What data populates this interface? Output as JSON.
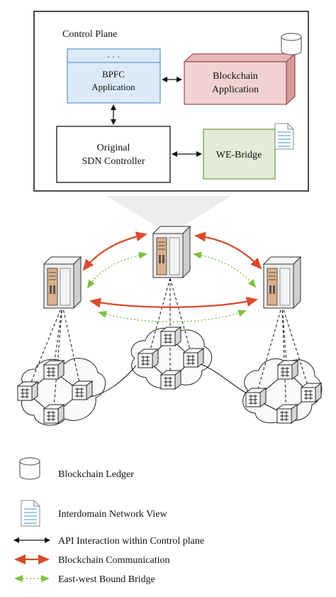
{
  "control_plane": {
    "title": "Control Plane",
    "bpfc": {
      "dots": "· · ·",
      "line1": "BPFC",
      "line2": "Application"
    },
    "blockchain_app": {
      "line1": "Blockchain",
      "line2": "Application"
    },
    "sdn": {
      "line1": "Original",
      "line2": "SDN Controller"
    },
    "webridge": {
      "label": "WE-Bridge"
    }
  },
  "legend": {
    "ledger": "Blockchain Ledger",
    "network_view": "Interdomain Network View",
    "api": "API Interaction within Control plane",
    "blockchain_comm": "Blockchain Communication",
    "ew_bridge": "East-west Bound Bridge"
  },
  "colors": {
    "bpfc_fill": "#dce9f6",
    "bpfc_stroke": "#6a9ccf",
    "blockchain_fill": "#f1d2d2",
    "blockchain_stroke": "#9b5151",
    "webridge_fill": "#e4ecd8",
    "webridge_stroke": "#7a9a5a",
    "red_arrow": "#d84a2c",
    "green_arrow": "#7fbf3f",
    "server_body": "#ececec",
    "server_panel": "#d9b08c"
  }
}
